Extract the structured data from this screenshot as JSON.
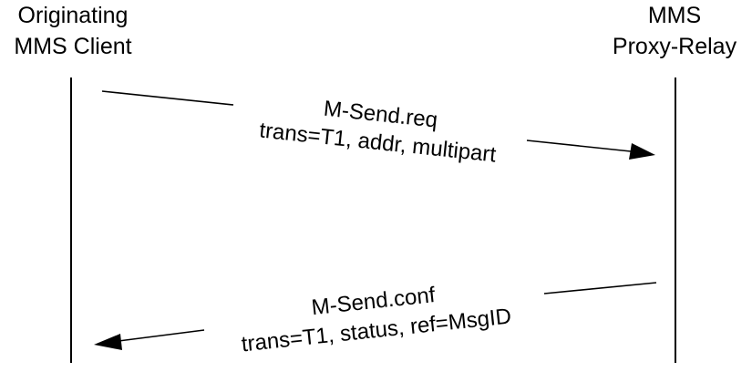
{
  "participants": {
    "client": {
      "line1": "Originating",
      "line2": "MMS Client"
    },
    "relay": {
      "line1": "MMS",
      "line2": "Proxy-Relay"
    }
  },
  "messages": [
    {
      "name": "M-Send.req",
      "params": "trans=T1, addr, multipart",
      "direction": "client-to-relay"
    },
    {
      "name": "M-Send.conf",
      "params": "trans=T1, status, ref=MsgID",
      "direction": "relay-to-client"
    }
  ],
  "colors": {
    "ink": "#000000",
    "background": "#ffffff"
  }
}
